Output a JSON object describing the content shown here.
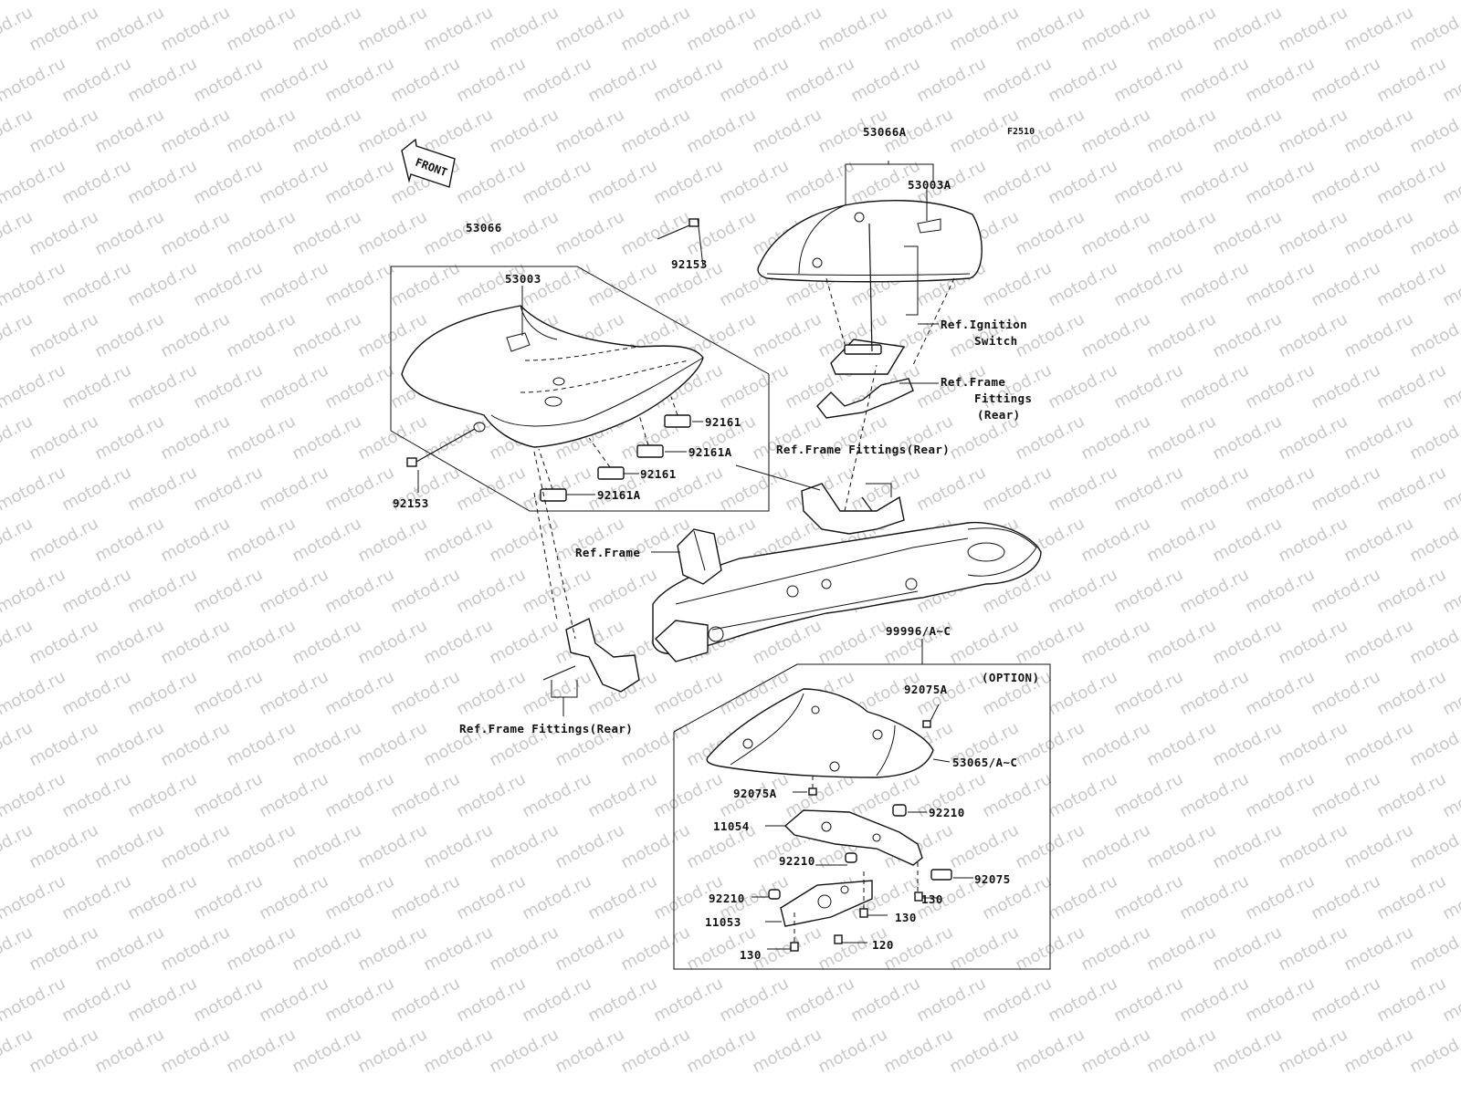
{
  "watermark": "motod.ru",
  "figure_code": "F2510",
  "front_label": "FRONT",
  "option_label": "(OPTION)",
  "labels": {
    "p53066": "53066",
    "p53003": "53003",
    "p92153_top": "92153",
    "p92153_left": "92153",
    "p92161_a": "92161",
    "p92161A_a": "92161A",
    "p92161_b": "92161",
    "p92161A_b": "92161A",
    "p53066A": "53066A",
    "p53003A": "53003A",
    "ref_ignition_1": "Ref.Ignition",
    "ref_ignition_2": "Switch",
    "ref_ff_right_1": "Ref.Frame",
    "ref_ff_right_2": "Fittings",
    "ref_ff_right_3": "(Rear)",
    "ref_ff_mid": "Ref.Frame Fittings(Rear)",
    "ref_frame": "Ref.Frame",
    "ref_ff_bottom": "Ref.Frame Fittings(Rear)",
    "p99996": "99996/A~C",
    "p92075A_top": "92075A",
    "p53065": "53065/A~C",
    "p92075A_bot": "92075A",
    "p11054": "11054",
    "p92210_a": "92210",
    "p92210_b": "92210",
    "p92075": "92075",
    "p92210_c": "92210",
    "p130_a": "130",
    "p11053": "11053",
    "p130_b": "130",
    "p130_c": "130",
    "p120": "120"
  }
}
